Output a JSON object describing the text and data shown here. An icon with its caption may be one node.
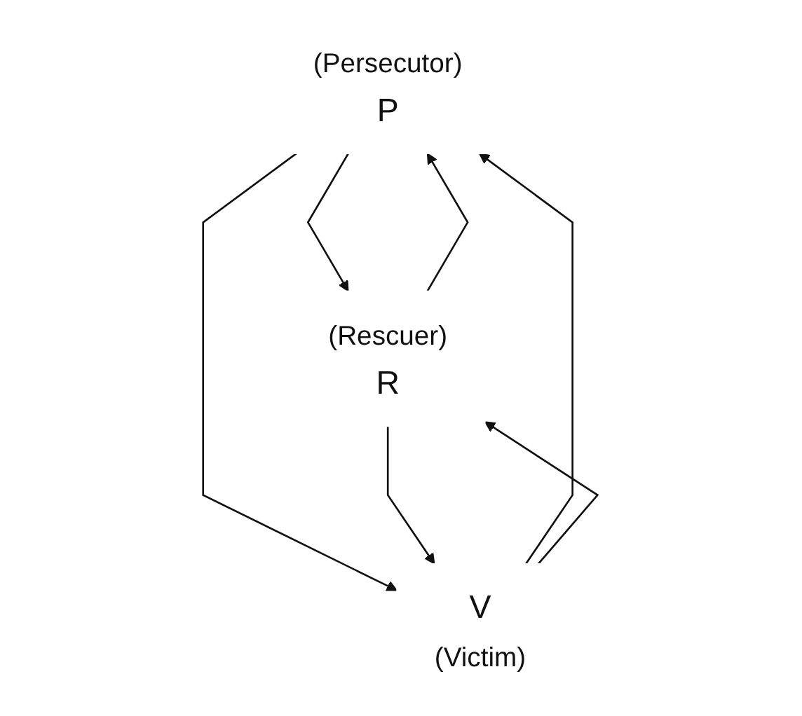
{
  "diagram": {
    "nodes": [
      {
        "text": [
          "(Persecutor)",
          "P"
        ]
      },
      {
        "text": [
          "(Rescuer)",
          "R"
        ]
      },
      {
        "text": [
          "V",
          "(Victim)"
        ]
      }
    ],
    "edges": [
      {
        "from": 0,
        "to": 1,
        "arrow": "to"
      },
      {
        "from": 1,
        "to": 0,
        "arrow": "to"
      },
      {
        "from": 2,
        "to": 0,
        "arrow": "to"
      },
      {
        "from": 0,
        "to": 2,
        "arrow": "to"
      },
      {
        "from": 2,
        "to": 1,
        "arrow": "to"
      },
      {
        "from": 1,
        "to": 2,
        "arrow": "to"
      }
    ]
  }
}
